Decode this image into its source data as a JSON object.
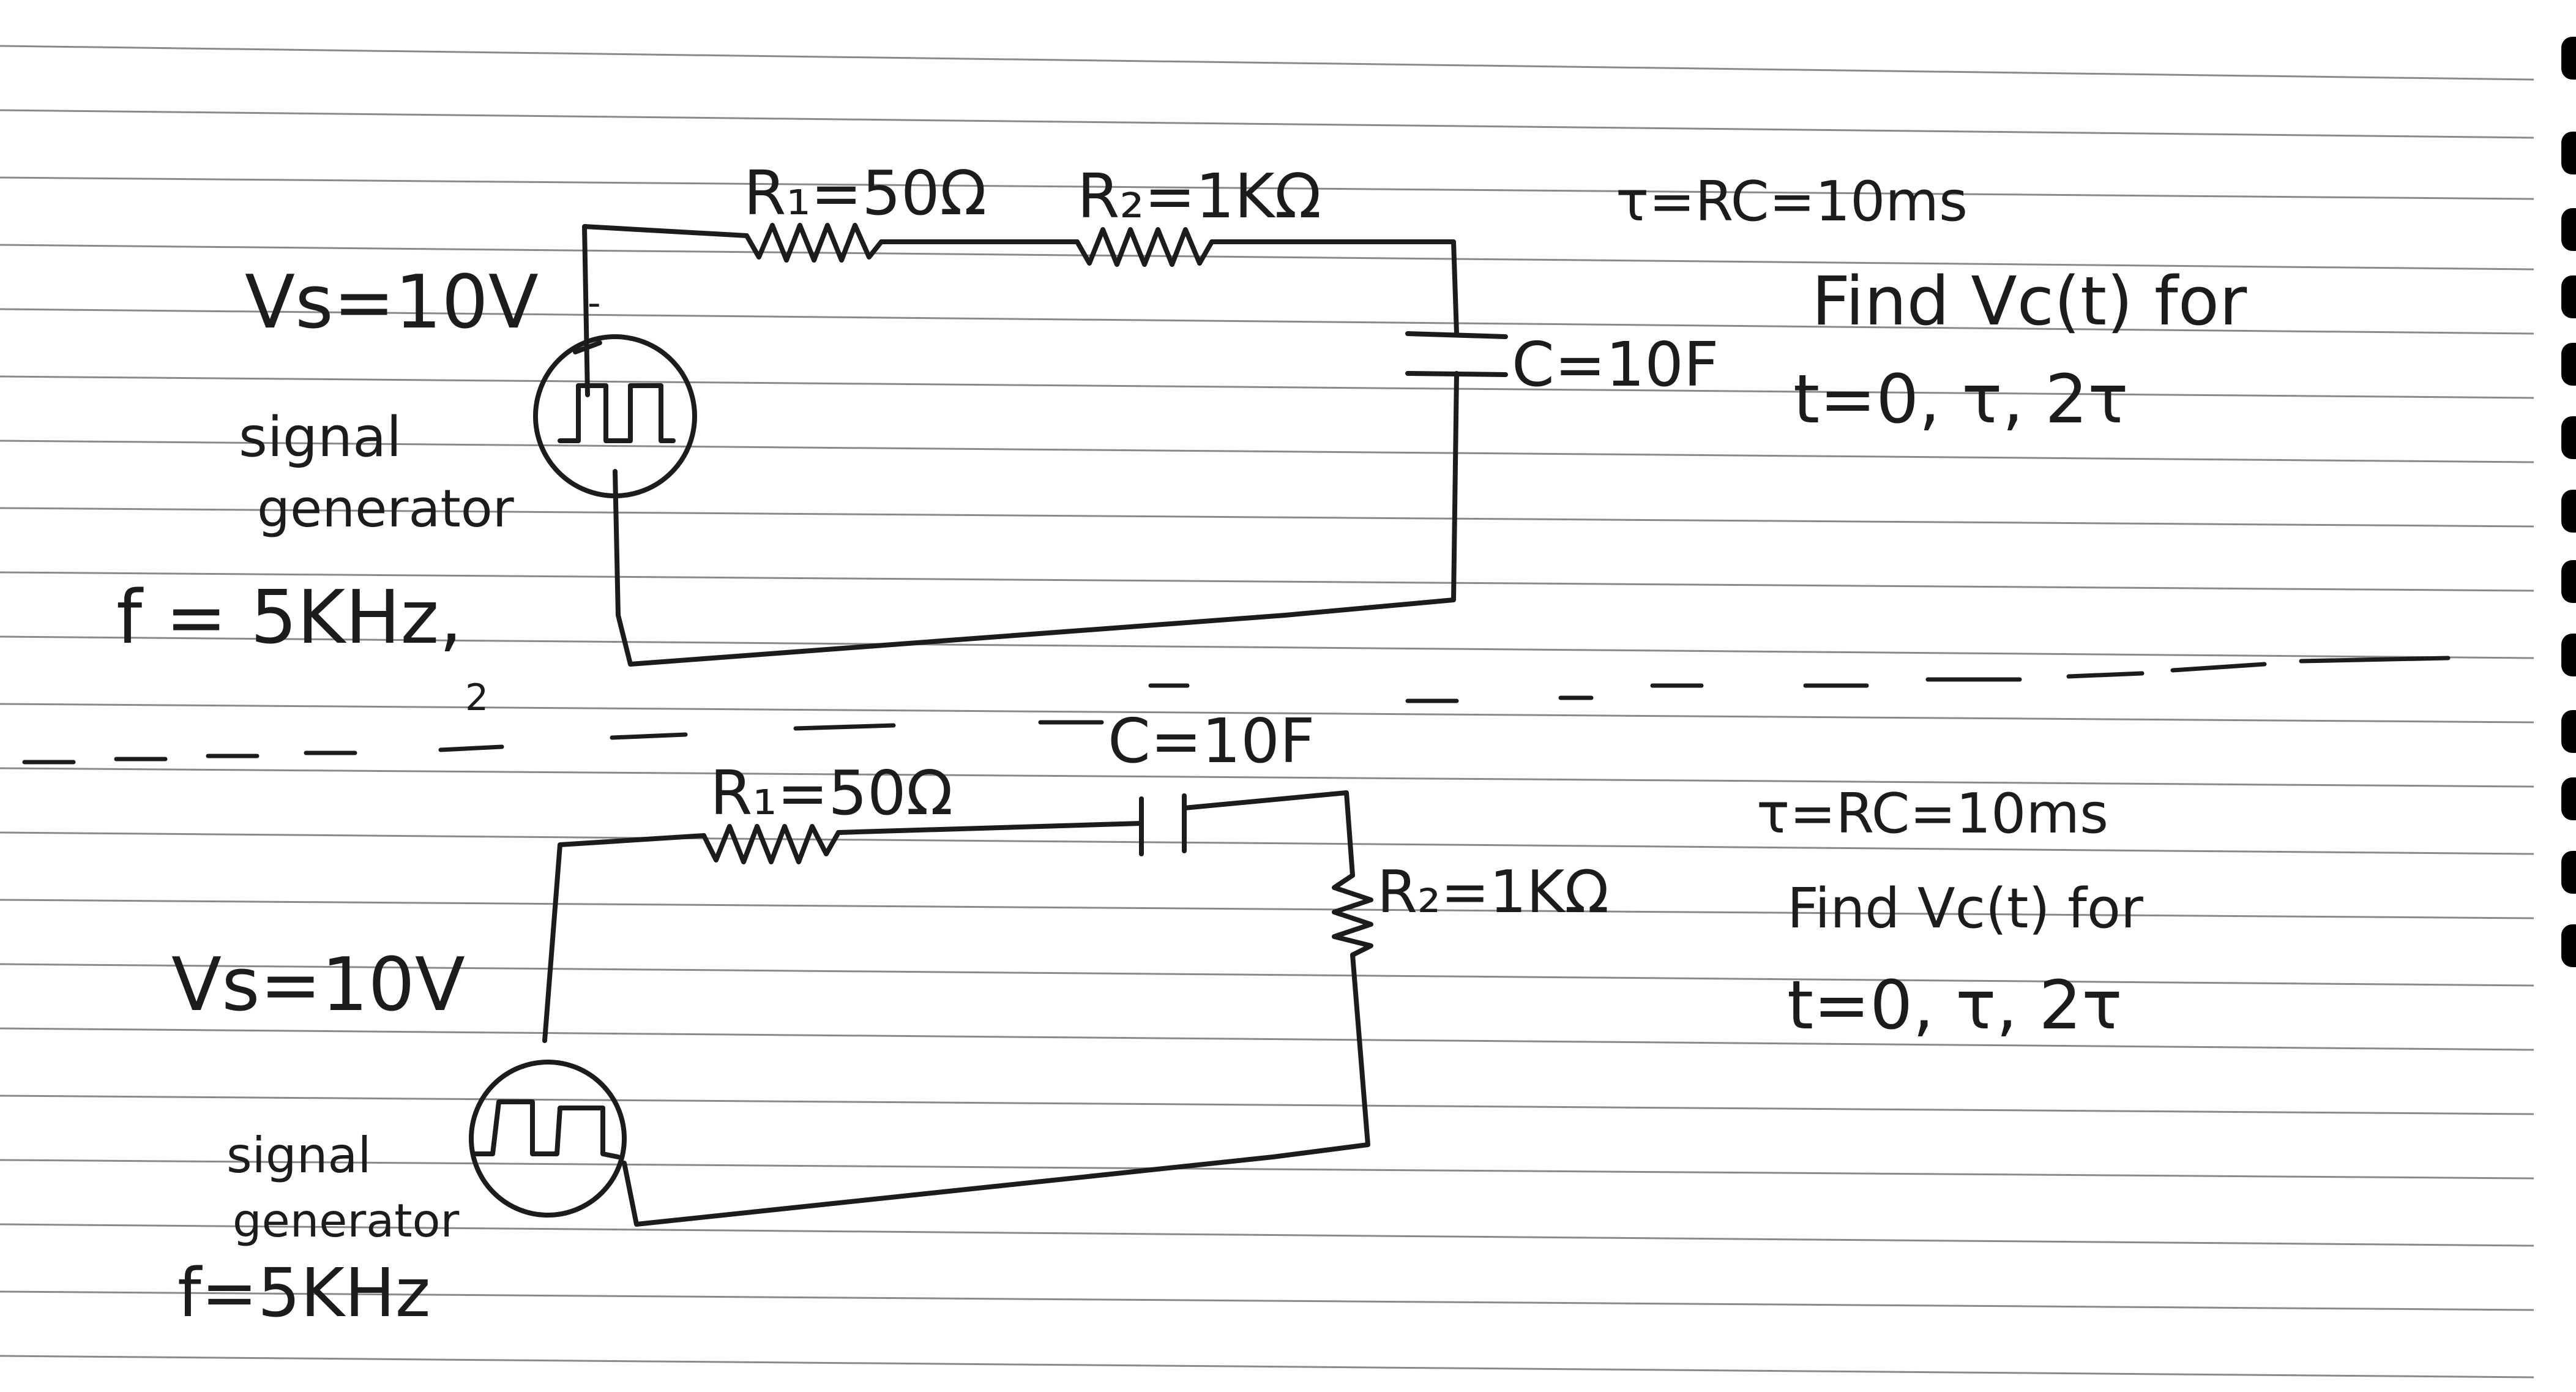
{
  "circuit_1": {
    "r1_label": "R₁=50Ω",
    "r2_label": "R₂=1KΩ",
    "c_label": "C=10F",
    "source_label": "Vs=10V",
    "generator_label_1": "signal",
    "generator_label_2": "generator",
    "frequency_label": "f = 5KHz,",
    "tau_label": "τ=RC=10ms",
    "task_line_1": "Find Vc(t) for",
    "task_line_2": "t=0, τ, 2τ",
    "minus_mark": "-"
  },
  "divider_note": "2",
  "circuit_2": {
    "r1_label": "R₁=50Ω",
    "c_label": "C=10F",
    "r2_label": "R₂=1KΩ",
    "source_label": "Vs=10V",
    "generator_label_1": "signal",
    "generator_label_2": "generator",
    "frequency_label": "f=5KHz",
    "tau_label": "τ=RC=10ms",
    "task_line_1": "Find Vc(t) for",
    "task_line_2": "t=0, τ, 2τ"
  }
}
